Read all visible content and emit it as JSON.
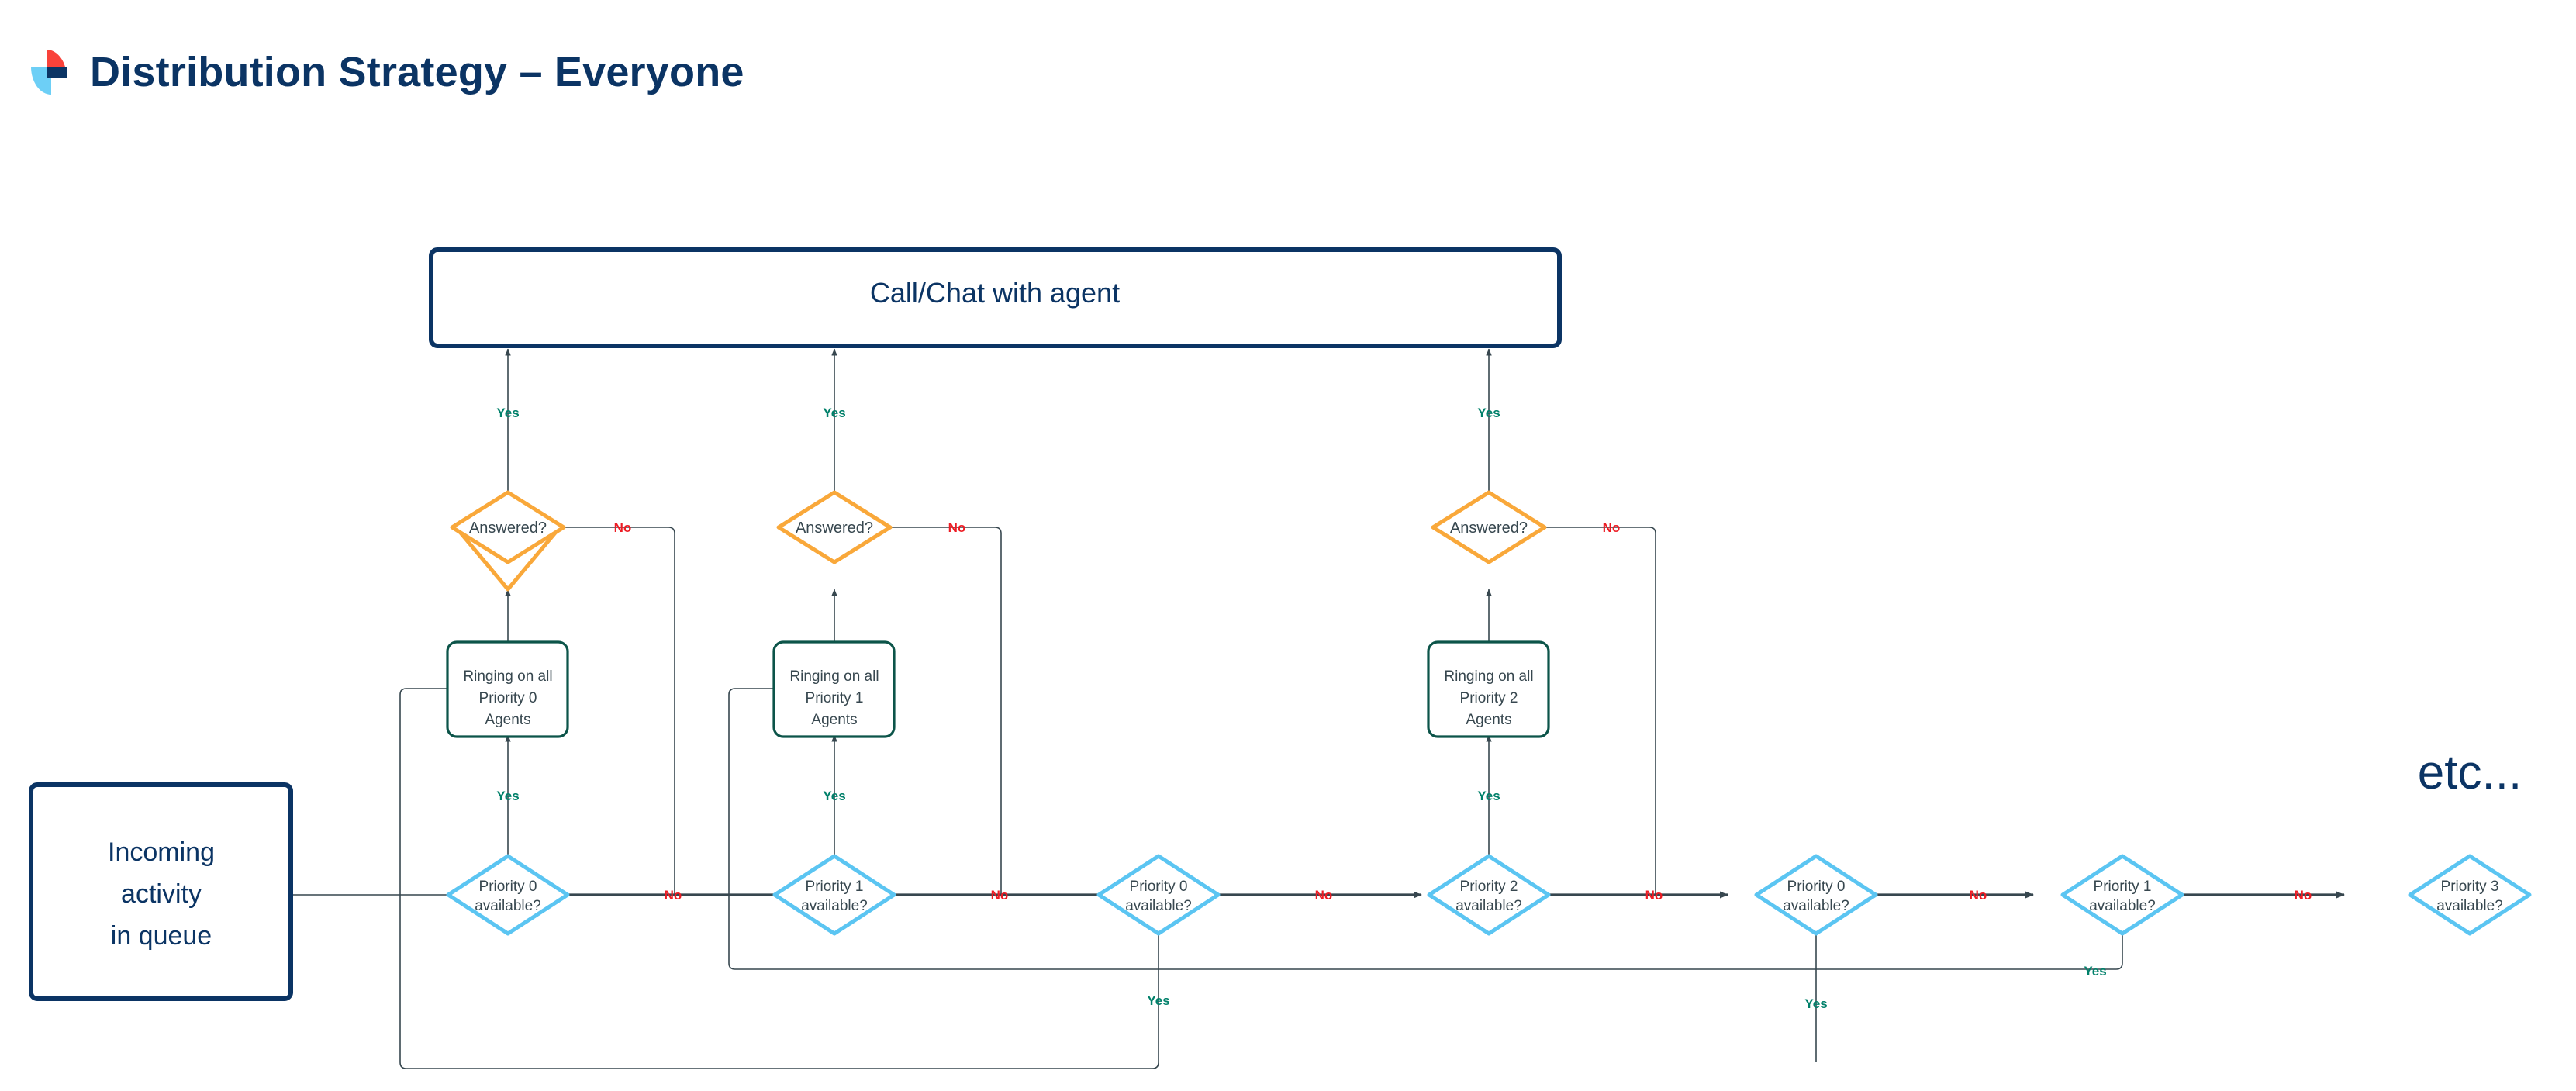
{
  "header": {
    "title": "Distribution Strategy – Everyone",
    "logo_name": "app-logo",
    "logo_colors": {
      "red": "#f9423a",
      "blue": "#6dcff6",
      "navy": "#0b3464"
    }
  },
  "colors": {
    "navy": "#0b3464",
    "teal_box": "#0c5449",
    "amber_diamond": "#f9a83a",
    "cyan_diamond": "#5bc5f2",
    "yes_label": "#00806a",
    "no_label": "#ed1c24",
    "edge": "#37474f",
    "node_text": "#37474f"
  },
  "diagram": {
    "type": "flowchart",
    "start_node": {
      "id": "start",
      "label": "Incoming\nactivity\nin queue",
      "shape": "rect",
      "color": "navy"
    },
    "terminal_node": {
      "id": "agent",
      "label": "Call/Chat with agent",
      "shape": "rect",
      "color": "navy"
    },
    "trailing_text": "etc...",
    "availability_nodes": [
      {
        "id": "p0a",
        "label_line1": "Priority 0",
        "label_line2": "available?",
        "shape": "diamond",
        "color": "cyan"
      },
      {
        "id": "p1a",
        "label_line1": "Priority 1",
        "label_line2": "available?",
        "shape": "diamond",
        "color": "cyan"
      },
      {
        "id": "p0b",
        "label_line1": "Priority 0",
        "label_line2": "available?",
        "shape": "diamond",
        "color": "cyan"
      },
      {
        "id": "p2a",
        "label_line1": "Priority 2",
        "label_line2": "available?",
        "shape": "diamond",
        "color": "cyan"
      },
      {
        "id": "p0c",
        "label_line1": "Priority 0",
        "label_line2": "available?",
        "shape": "diamond",
        "color": "cyan"
      },
      {
        "id": "p1b",
        "label_line1": "Priority 1",
        "label_line2": "available?",
        "shape": "diamond",
        "color": "cyan"
      },
      {
        "id": "p3a",
        "label_line1": "Priority 3",
        "label_line2": "available?",
        "shape": "diamond",
        "color": "cyan"
      }
    ],
    "ringing_nodes": [
      {
        "id": "ring0",
        "line1": "Ringing on all",
        "line2": "Priority 0",
        "line3": "Agents",
        "shape": "rounded-rect",
        "color": "teal"
      },
      {
        "id": "ring1",
        "line1": "Ringing on all",
        "line2": "Priority 1",
        "line3": "Agents",
        "shape": "rounded-rect",
        "color": "teal"
      },
      {
        "id": "ring2",
        "line1": "Ringing on all",
        "line2": "Priority 2",
        "line3": "Agents",
        "shape": "rounded-rect",
        "color": "teal"
      }
    ],
    "answered_nodes": [
      {
        "id": "ans0",
        "label": "Answered?",
        "shape": "diamond",
        "color": "amber"
      },
      {
        "id": "ans1",
        "label": "Answered?",
        "shape": "diamond",
        "color": "amber"
      },
      {
        "id": "ans2",
        "label": "Answered?",
        "shape": "diamond",
        "color": "amber"
      }
    ],
    "edge_labels": {
      "yes": "Yes",
      "no": "No"
    },
    "yes_label_count": 9,
    "no_label_count": 9
  }
}
